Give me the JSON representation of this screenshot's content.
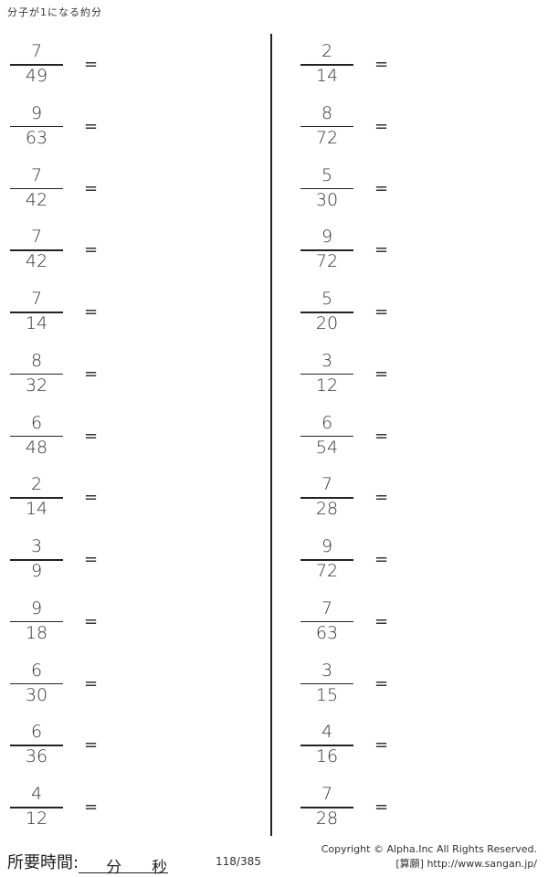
{
  "title": "分子が1になる約分",
  "left_problems": [
    {
      "num": "7",
      "den": "49"
    },
    {
      "num": "9",
      "den": "63"
    },
    {
      "num": "7",
      "den": "42"
    },
    {
      "num": "7",
      "den": "42"
    },
    {
      "num": "7",
      "den": "14"
    },
    {
      "num": "8",
      "den": "32"
    },
    {
      "num": "6",
      "den": "48"
    },
    {
      "num": "2",
      "den": "14"
    },
    {
      "num": "3",
      "den": "9"
    },
    {
      "num": "9",
      "den": "18"
    },
    {
      "num": "6",
      "den": "30"
    },
    {
      "num": "6",
      "den": "36"
    },
    {
      "num": "4",
      "den": "12"
    }
  ],
  "right_problems": [
    {
      "num": "2",
      "den": "14"
    },
    {
      "num": "8",
      "den": "72"
    },
    {
      "num": "5",
      "den": "30"
    },
    {
      "num": "9",
      "den": "72"
    },
    {
      "num": "5",
      "den": "20"
    },
    {
      "num": "3",
      "den": "12"
    },
    {
      "num": "6",
      "den": "54"
    },
    {
      "num": "7",
      "den": "28"
    },
    {
      "num": "9",
      "den": "72"
    },
    {
      "num": "7",
      "den": "63"
    },
    {
      "num": "3",
      "den": "15"
    },
    {
      "num": "4",
      "den": "16"
    },
    {
      "num": "7",
      "den": "28"
    }
  ],
  "equals": "=",
  "footer": {
    "time_label": "所要時間:",
    "minutes": "分",
    "seconds": "秒",
    "page": "118/385",
    "copyright": "Copyright ©  Alpha.Inc All Rights Reserved.",
    "site": "[算願] http://www.sangan.jp/"
  }
}
